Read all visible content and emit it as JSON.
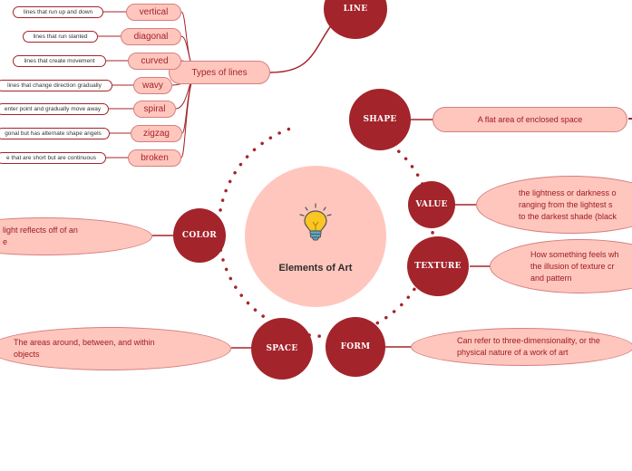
{
  "center": {
    "title": "Elements of Art",
    "icon": "light-bulb-icon"
  },
  "colors": {
    "hub": "#a3242b",
    "bubble": "#ffc6bd",
    "bubble_border": "#d47f7f",
    "text": "#9c1c24"
  },
  "nodes": {
    "line": {
      "label": "LINE",
      "types_label": "Types of lines",
      "types": [
        {
          "name": "vertical",
          "desc": "lines that run up and down"
        },
        {
          "name": "diagonal",
          "desc": "lines that run slanted"
        },
        {
          "name": "curved",
          "desc": "lines that create movement"
        },
        {
          "name": "wavy",
          "desc": "lines that change direction gradually"
        },
        {
          "name": "spiral",
          "desc": "enter point and gradually move away"
        },
        {
          "name": "zigzag",
          "desc": "gonal but has alternate shape angels"
        },
        {
          "name": "broken",
          "desc": "e that are short but are continuous"
        }
      ]
    },
    "shape": {
      "label": "SHAPE",
      "desc": "A flat area of enclosed space"
    },
    "value": {
      "label": "VALUE",
      "desc_lines": [
        "the lightness or darkness o",
        "ranging from the lightest s",
        "to the darkest shade (black"
      ]
    },
    "texture": {
      "label": "TEXTURE",
      "desc_lines": [
        "How something feels wh",
        "the illusion of texture cr",
        "and pattern"
      ]
    },
    "form": {
      "label": "FORM",
      "desc_lines": [
        "Can refer to three-dimensionality, or the",
        "physical nature of a work of art"
      ]
    },
    "space": {
      "label": "SPACE",
      "desc_lines": [
        "The areas around, between, and within",
        "objects"
      ]
    },
    "color": {
      "label": "COLOR",
      "desc_lines": [
        "light reflects off of an",
        "e"
      ]
    }
  }
}
